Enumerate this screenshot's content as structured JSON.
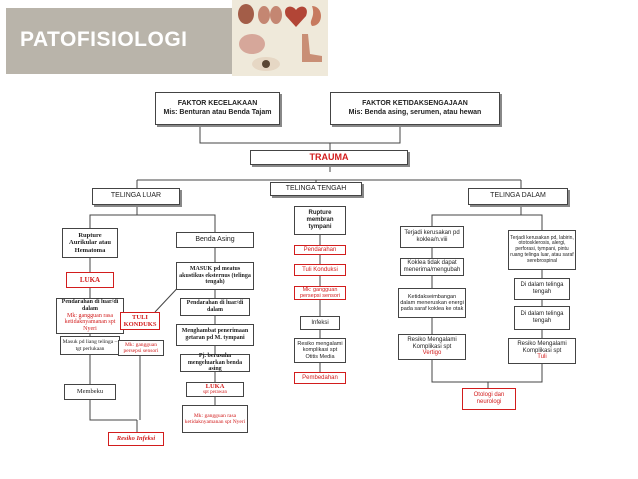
{
  "header": {
    "title": "PATOFISIOLOGI",
    "organ_icons": [
      "kidney-icon",
      "lungs-icon",
      "heart-icon",
      "stomach-icon",
      "brain-icon",
      "foot-icon",
      "eye-icon"
    ]
  },
  "diagram": {
    "accidental": {
      "title": "FAKTOR KECELAKAAN",
      "sub": "Mis: Benturan atau Benda Tajam"
    },
    "unintentional": {
      "title": "FAKTOR KETIDAKSENGAJAAN",
      "sub": "Mis: Benda asing, serumen, atau hewan"
    },
    "trauma": "TRAUMA",
    "outer_ear": "TELINGA LUAR",
    "middle_ear": "TELINGA TENGAH",
    "inner_ear": "TELINGA DALAM",
    "outer": {
      "rupture": "Rupture Aurikular atau Hematoma",
      "luka": "LUKA",
      "bleeding": "Pendarahan di luar/di dalam",
      "bleeding_note": "Mk: gangguan rasa ketidaknyamanan spt Nyeri",
      "enter": "Masuk pd liang telinga – tgt perlukaan",
      "swell": "Membeku",
      "foreign": "Benda Asing",
      "enter_canal": "MASUK pd meatus akustikus eksternus (telinga tengah)",
      "bleeding2": "Pendarahan di luar/di dalam",
      "block": "Menghambat penerimaan getaran pd M. tympani",
      "move": "Pj. berusaha mengeluarkan benda asing",
      "luka2": "LUKA",
      "luka2_sub": "spt perawan",
      "luka2_note": "Mk: gangguan rasa ketidaknyamanan spt Nyeri",
      "conductive": "TULI KONDUKS",
      "conductive_note": "Mk: gangguan persepsi sensori",
      "infection_risk": "Resiko Infeksi"
    },
    "middle": {
      "rupture": "Rupture membran tympani",
      "bleeding": "Pendarahan",
      "conductive": "Tuli Konduksi",
      "sensory": "Mk: gangguan persepsi sensori",
      "infection": "Infeksi",
      "complication": "Resiko mengalami komplikasi spt Otitis Media",
      "surgery": "Pembedahan"
    },
    "inner": {
      "damage": "Terjadi kerusakan pd koklea/n.viii",
      "damage_right": "Terjadi kerusakan pd, labirin, ototosklerosis, alergi, perforasi, tympani, pintu ruang telinga luar, atau saraf serebrospinal",
      "cochlea": "Koklea tidak dapat menerima/mengubah",
      "imbalance": "Ketidakseimbangan dalam meneruskan energi pada saraf koklea ke otak",
      "complication": "Resiko Mengalami Komplikasi spt",
      "vertigo": "Vertigo",
      "in_ear1": "Di dalam telinga tengah",
      "in_ear2": "Di dalam telinga tengah",
      "complication2": "Resiko Mengalami Komplikasi spt",
      "deaf": "Tuli",
      "otology": "Otologi dan neurologi"
    }
  },
  "colors": {
    "accent": "#d21d1d",
    "header_band": "#b9b4aa",
    "organ_panel": "#efe9da",
    "line": "#444444"
  }
}
